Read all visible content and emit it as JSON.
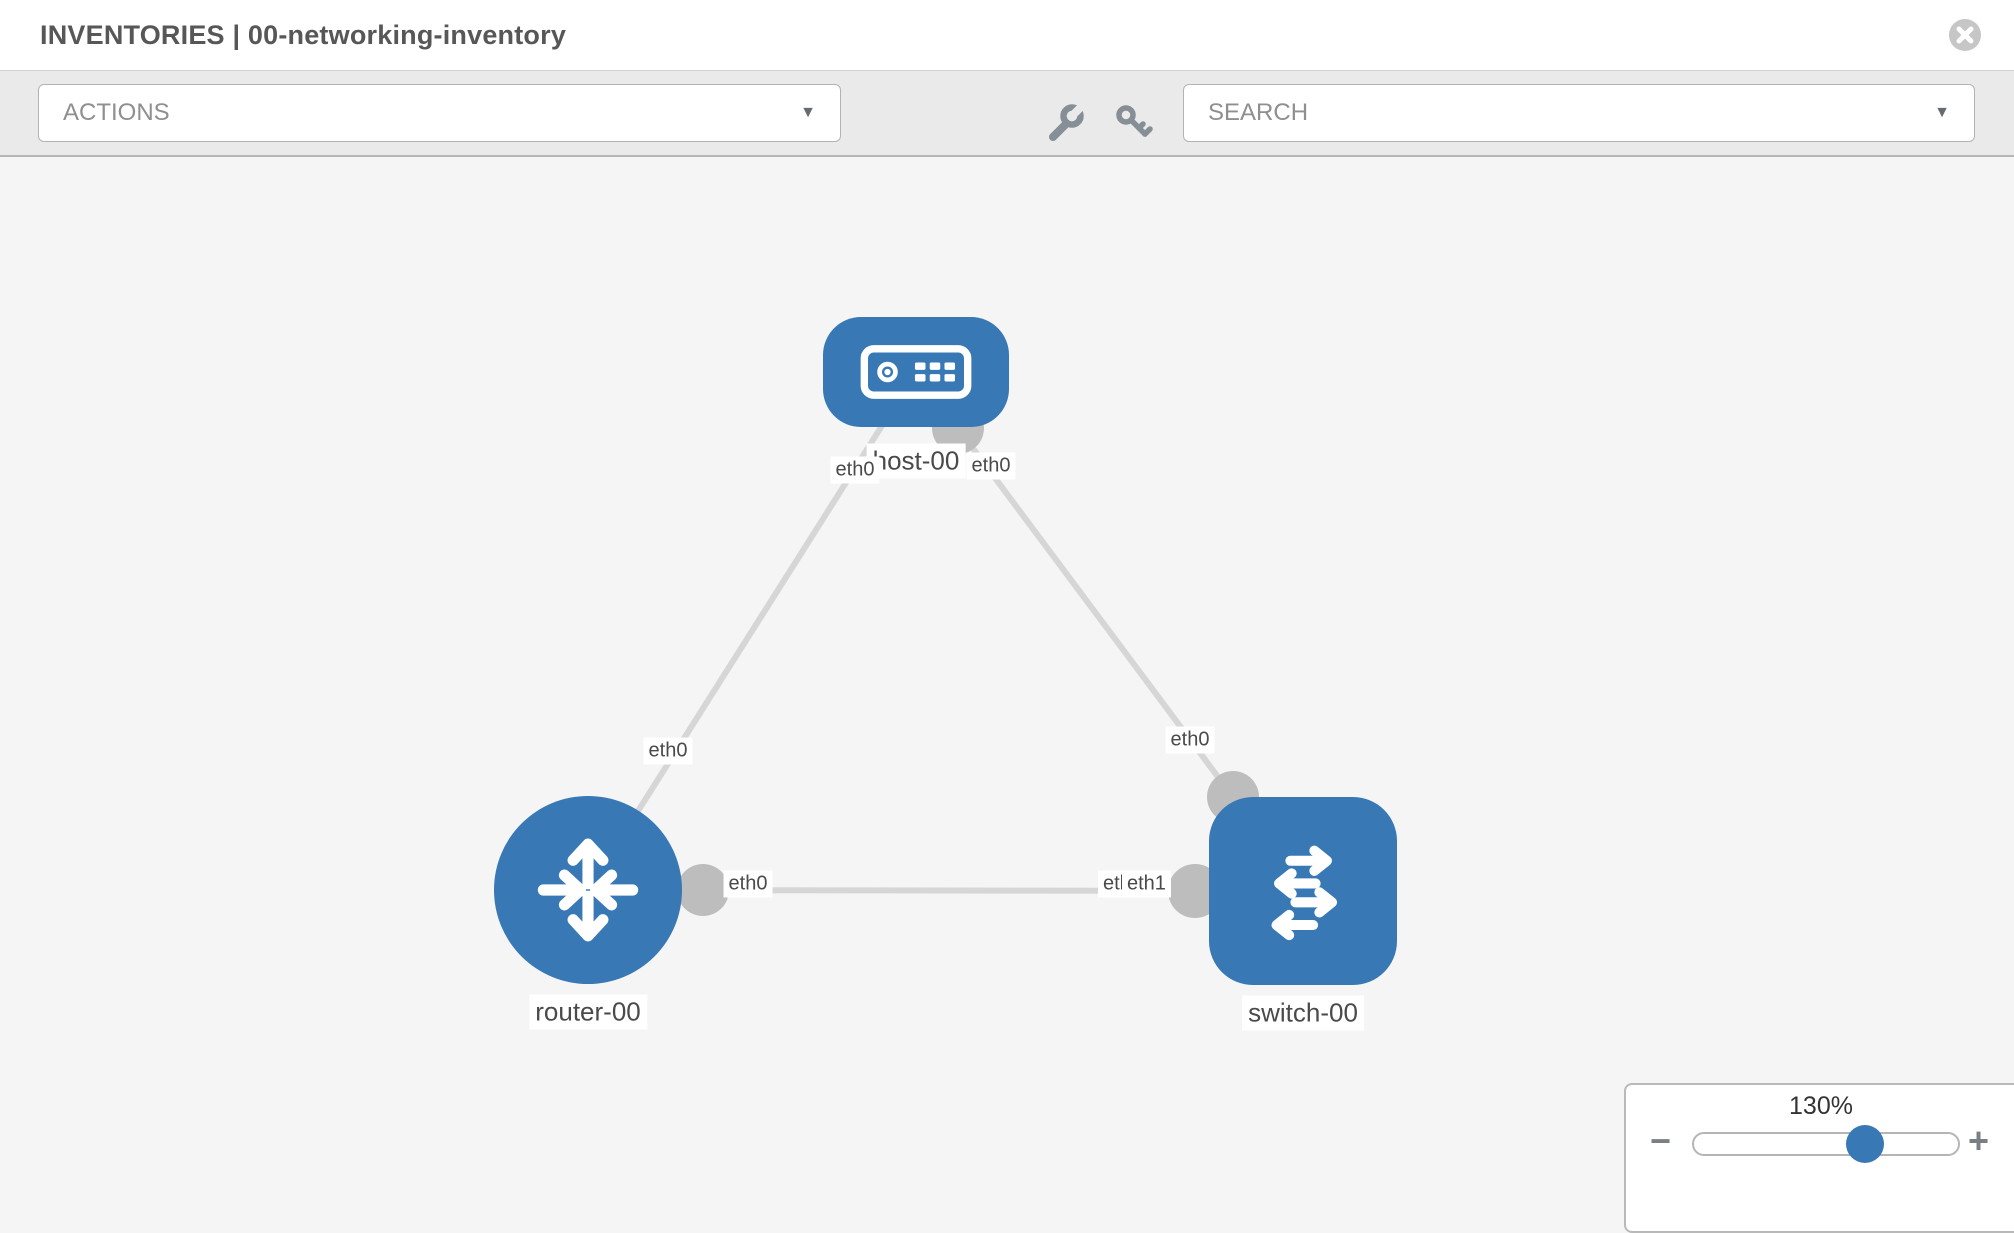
{
  "header": {
    "title": "INVENTORIES | 00-networking-inventory"
  },
  "toolbar": {
    "actions_label": "ACTIONS",
    "search_placeholder": "SEARCH",
    "icons": [
      "wrench-icon",
      "key-icon"
    ]
  },
  "topology": {
    "nodes": [
      {
        "id": "host-00",
        "type": "host",
        "label": "host-00"
      },
      {
        "id": "router-00",
        "type": "router",
        "label": "router-00"
      },
      {
        "id": "switch-00",
        "type": "switch",
        "label": "switch-00"
      }
    ],
    "links": [
      {
        "from": "host-00",
        "to": "router-00",
        "from_interface": "eth0",
        "to_interface": "eth0"
      },
      {
        "from": "host-00",
        "to": "switch-00",
        "from_interface": "eth0",
        "to_interface": "eth0"
      },
      {
        "from": "router-00",
        "to": "switch-00",
        "from_interface": "eth0",
        "to_interface": "eth1"
      }
    ],
    "interface_labels": [
      {
        "text": "eth0"
      },
      {
        "text": "eth0"
      },
      {
        "text": "eth0"
      },
      {
        "text": "eth0"
      },
      {
        "text": "eth0"
      },
      {
        "text": "eth0"
      },
      {
        "text": "eth1"
      }
    ]
  },
  "zoom_control": {
    "value": "130%",
    "minus_label": "−",
    "plus_label": "+"
  },
  "colors": {
    "node_blue": "#3778b5",
    "link_gray": "#d6d6d6",
    "interface_dot_gray": "#bdbdbd",
    "toolbar_gray": "#eaeaea"
  }
}
